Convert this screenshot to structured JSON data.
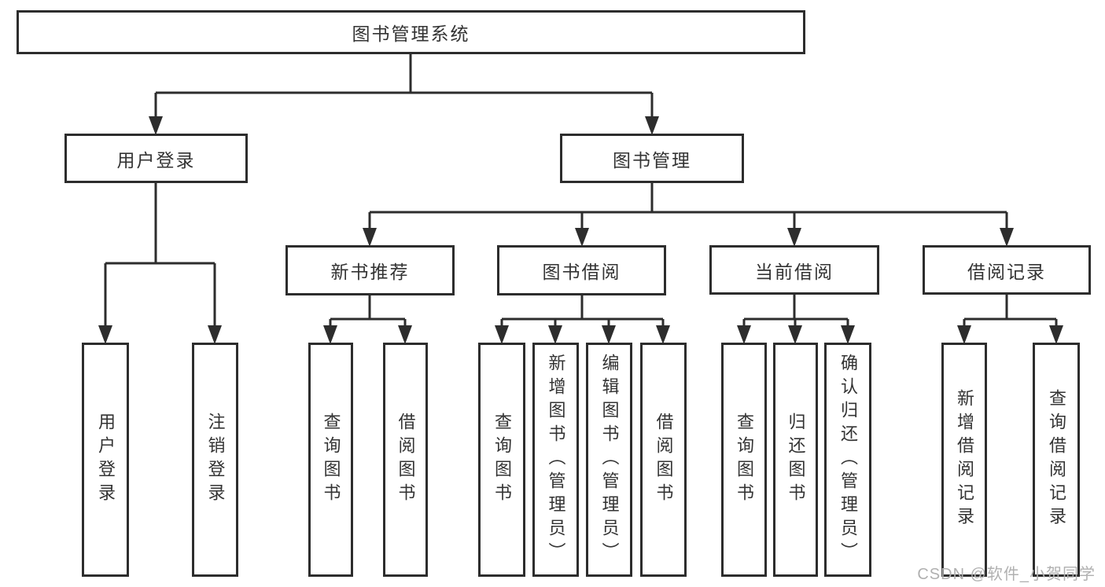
{
  "colors": {
    "line": "#2d2d2d",
    "text": "#333333",
    "background": "#ffffff",
    "watermark": "#b0b0b0"
  },
  "watermark": {
    "text": "CSDN @软件_小贺同学"
  },
  "tree": {
    "label": "图书管理系统",
    "children": [
      {
        "label": "用户登录",
        "children": [
          {
            "label": "用户登录"
          },
          {
            "label": "注销登录"
          }
        ]
      },
      {
        "label": "图书管理",
        "children": [
          {
            "label": "新书推荐",
            "children": [
              {
                "label": "查询图书"
              },
              {
                "label": "借阅图书"
              }
            ]
          },
          {
            "label": "图书借阅",
            "children": [
              {
                "label": "查询图书"
              },
              {
                "label": "新增图书（管理员）"
              },
              {
                "label": "编辑图书（管理员）"
              },
              {
                "label": "借阅图书"
              }
            ]
          },
          {
            "label": "当前借阅",
            "children": [
              {
                "label": "查询图书"
              },
              {
                "label": "归还图书"
              },
              {
                "label": "确认归还（管理员）"
              }
            ]
          },
          {
            "label": "借阅记录",
            "children": [
              {
                "label": "新增借阅记录"
              },
              {
                "label": "查询借阅记录"
              }
            ]
          }
        ]
      }
    ]
  }
}
